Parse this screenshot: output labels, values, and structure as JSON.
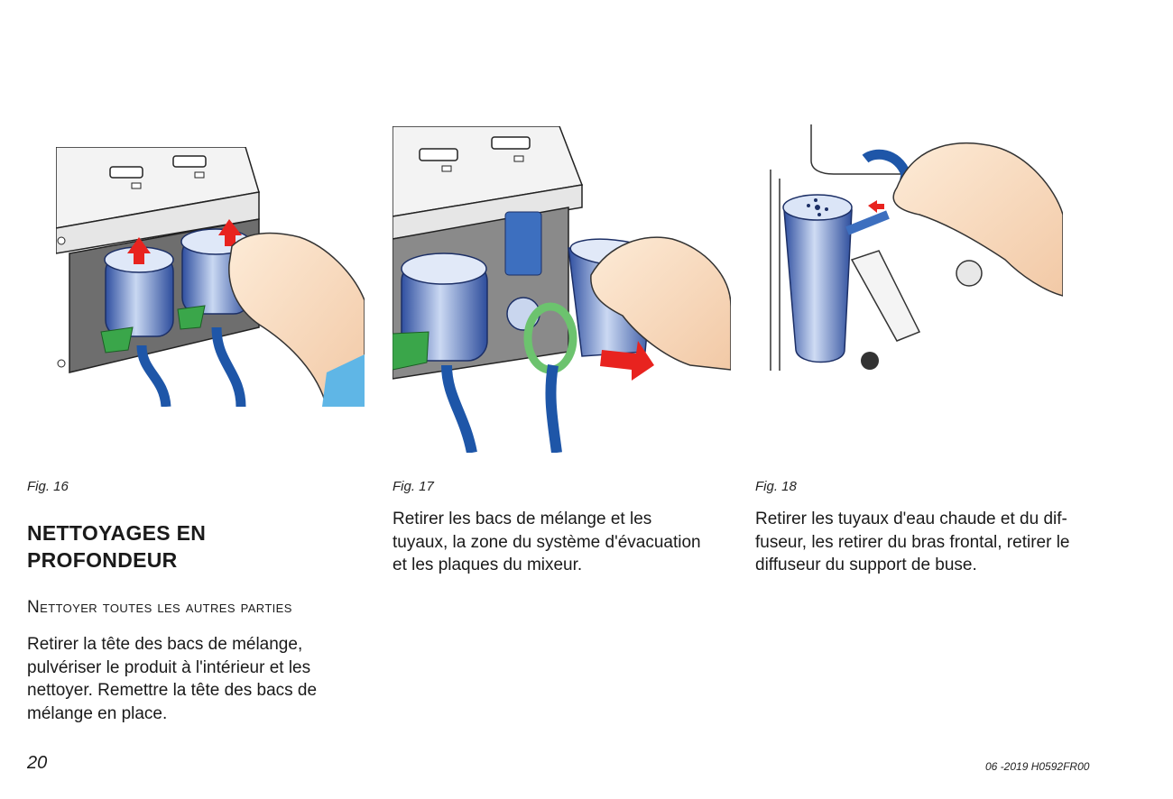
{
  "figures": [
    {
      "caption": "Fig. 16"
    },
    {
      "caption": "Fig. 17"
    },
    {
      "caption": "Fig. 18"
    }
  ],
  "section": {
    "title_line1": "NETTOYAGES EN",
    "title_line2": "PROFONDEUR",
    "subtitle": "Nettoyer toutes les autres parties",
    "body_lines": [
      "Retirer la tête des bacs de mélange,",
      "pulvériser le produit à l'intérieur et les",
      "nettoyer. Remettre la tête des bacs de",
      "mélange en place."
    ]
  },
  "fig17_text_lines": [
    "Retirer les bacs de mélange et les",
    "tuyaux, la zone du système d'évacuation",
    "et les plaques du mixeur."
  ],
  "fig18_text_lines": [
    "Retirer les tuyaux d'eau chaude et du dif-",
    "fuseur, les retirer du bras frontal, retirer le",
    "diffuseur du support de buse."
  ],
  "footer": {
    "page_number": "20",
    "doc_ref": "06 -2019 H0592FR00"
  },
  "colors": {
    "hose_blue": "#1e56a8",
    "arrow_red": "#e8231f",
    "valve_green": "#3aa64a",
    "panel_gray": "#6e6e6e"
  }
}
